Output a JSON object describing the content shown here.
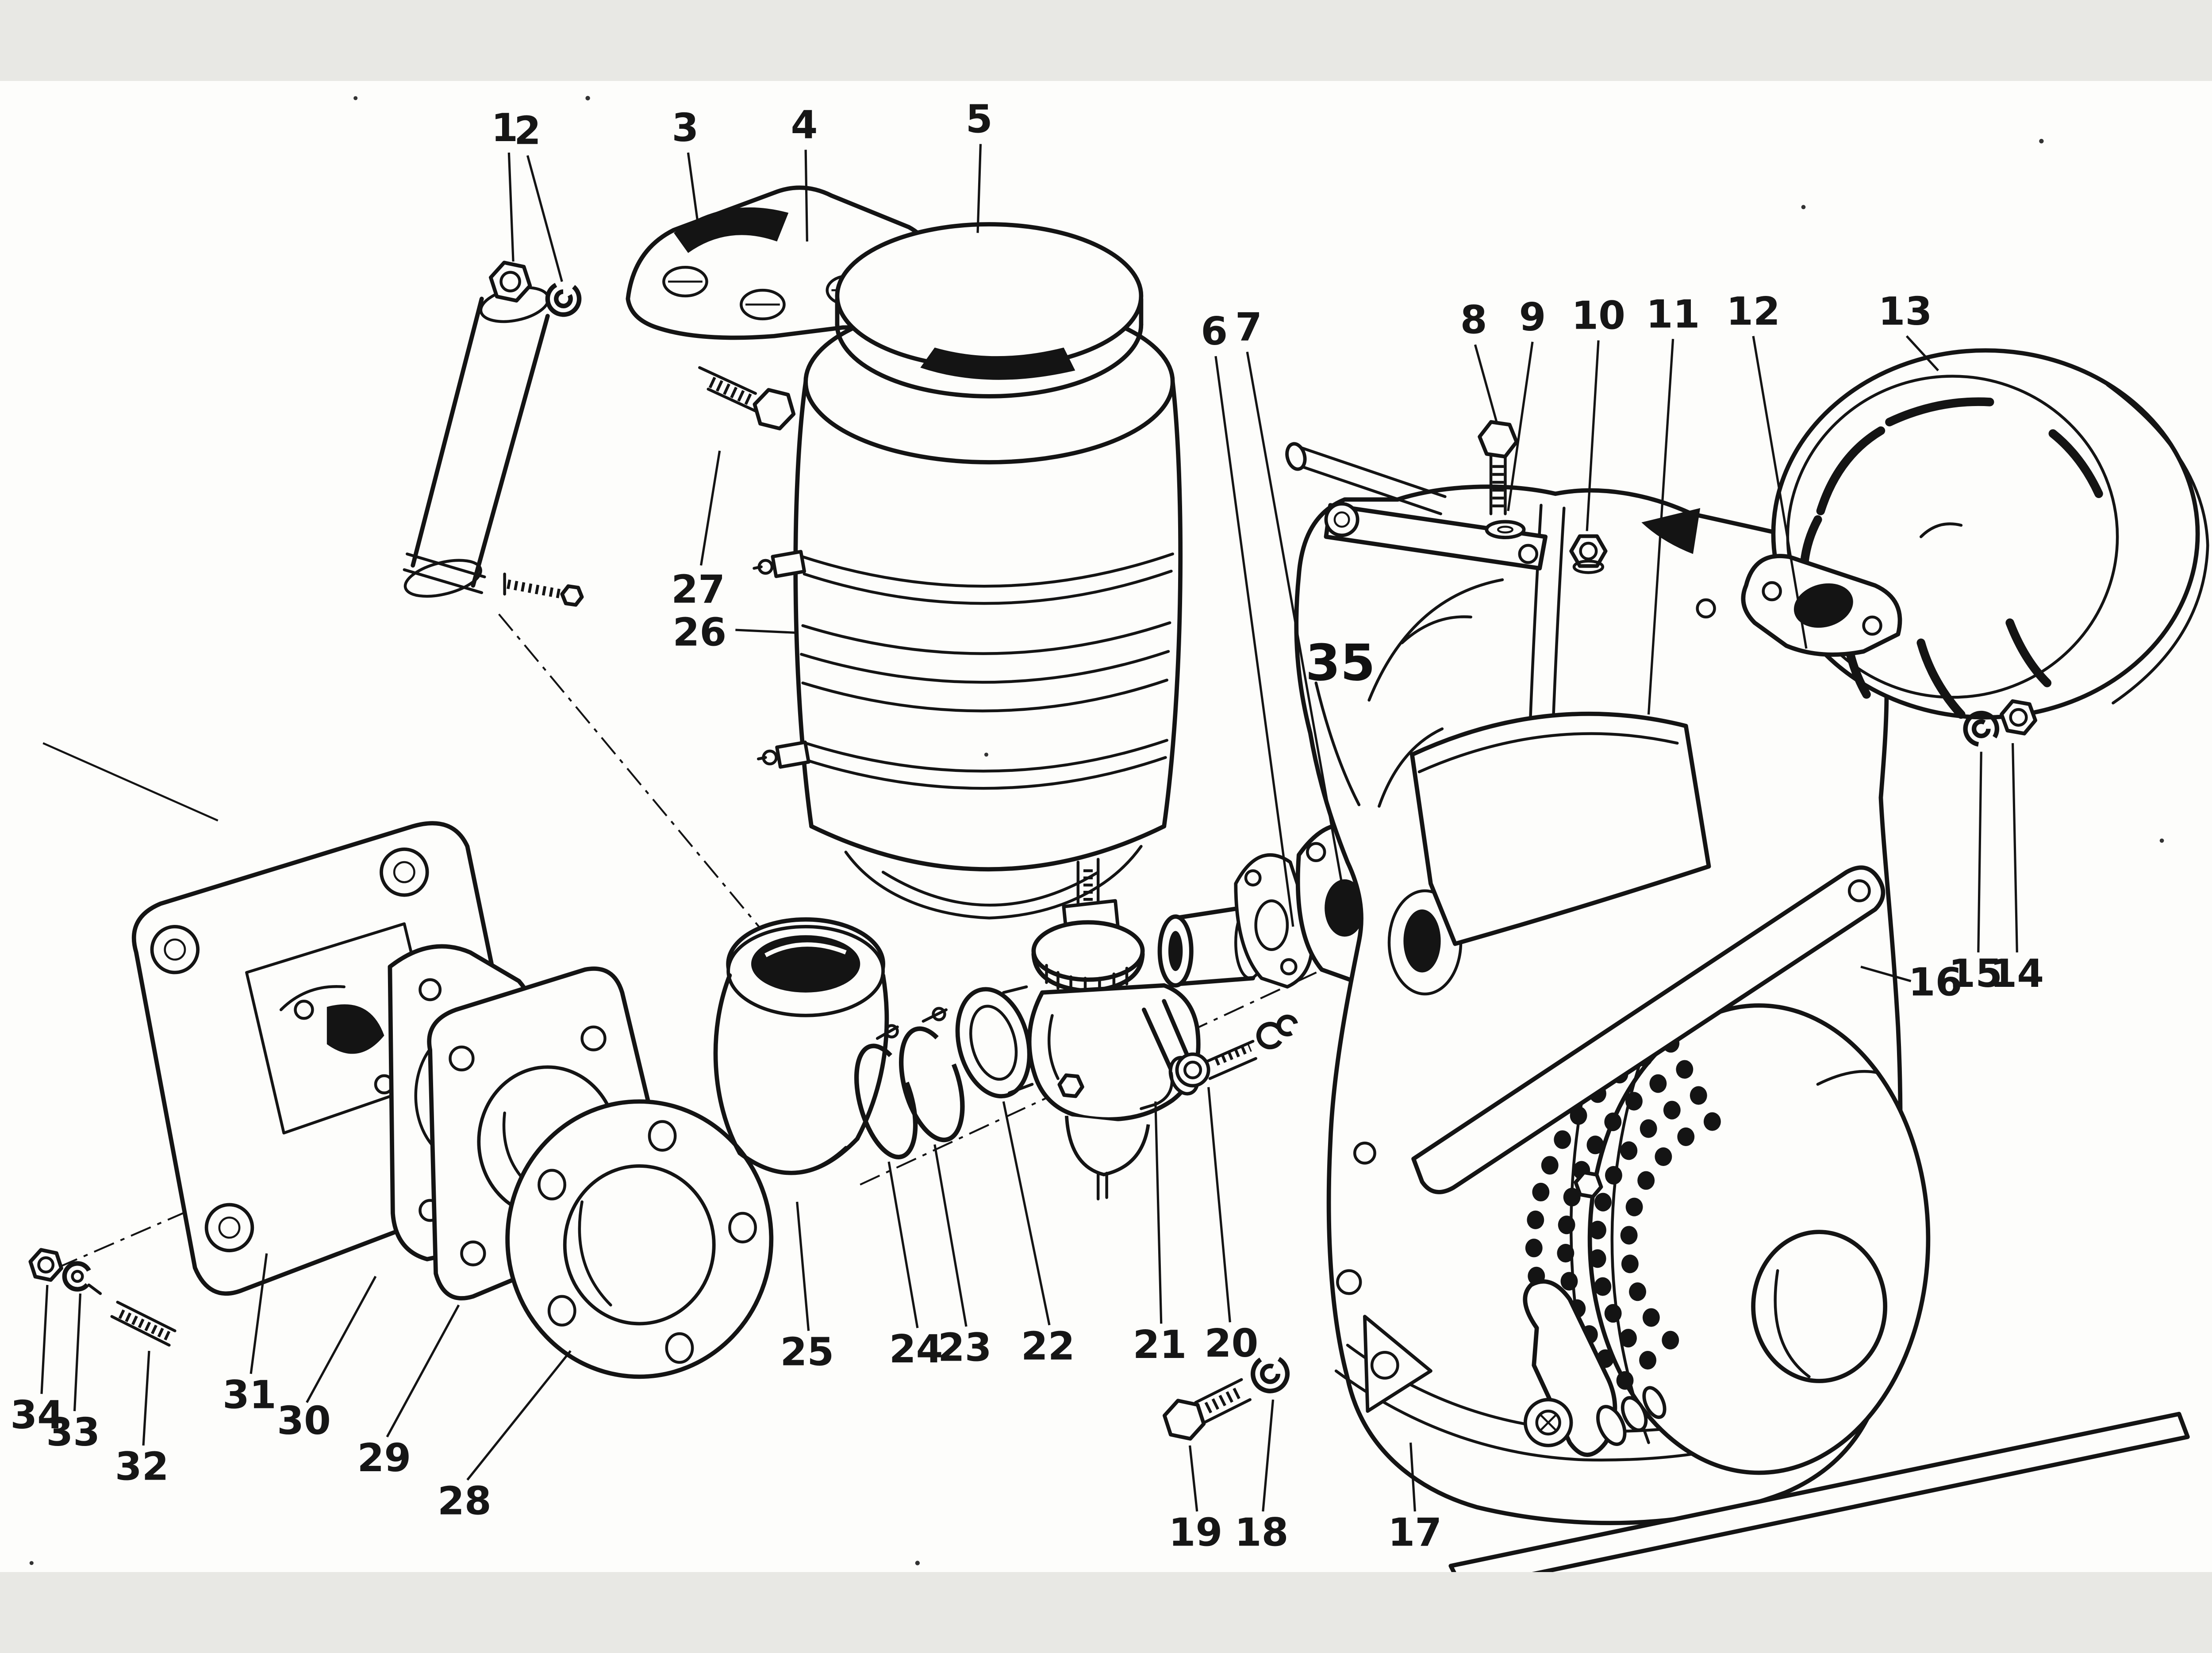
{
  "figure": {
    "emphasis_label": "35",
    "callouts": [
      "1",
      "2",
      "3",
      "4",
      "5",
      "6",
      "7",
      "8",
      "9",
      "10",
      "11",
      "12",
      "13",
      "14",
      "15",
      "16",
      "17",
      "18",
      "19",
      "20",
      "21",
      "22",
      "23",
      "24",
      "25",
      "26",
      "27",
      "28",
      "29",
      "30",
      "31",
      "32",
      "33",
      "34"
    ]
  }
}
